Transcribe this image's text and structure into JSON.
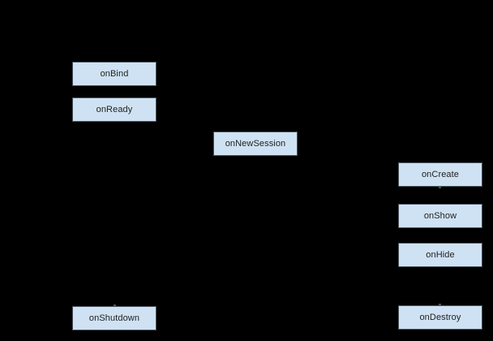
{
  "diagram": {
    "colors": {
      "background": "#000000",
      "node_fill": "#cfe2f3",
      "node_border": "#47525d",
      "node_text": "#1f1f1f"
    },
    "nodes": [
      {
        "id": "onBind",
        "label": "onBind"
      },
      {
        "id": "onReady",
        "label": "onReady"
      },
      {
        "id": "onNewSession",
        "label": "onNewSession"
      },
      {
        "id": "onCreate",
        "label": "onCreate"
      },
      {
        "id": "onShow",
        "label": "onShow"
      },
      {
        "id": "onHide",
        "label": "onHide"
      },
      {
        "id": "onShutdown",
        "label": "onShutdown"
      },
      {
        "id": "onDestroy",
        "label": "onDestroy"
      }
    ]
  }
}
